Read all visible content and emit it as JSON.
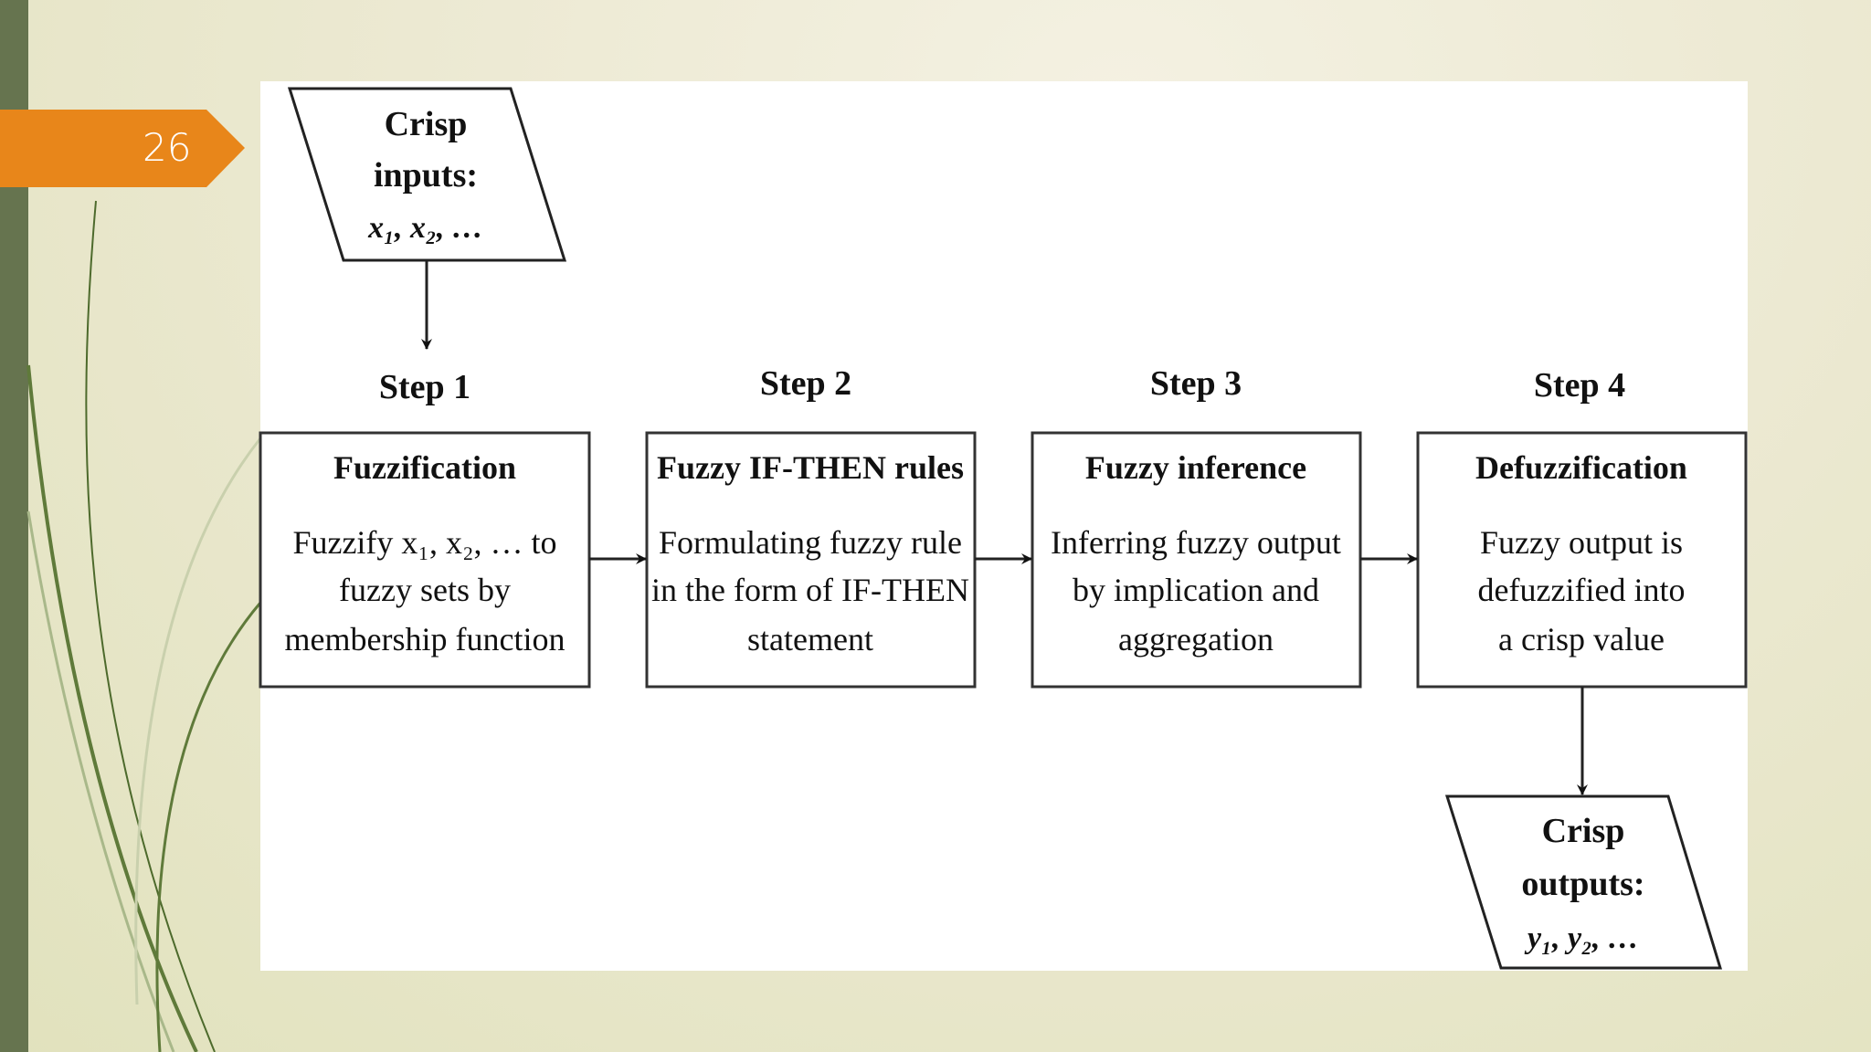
{
  "slide": {
    "number": "26"
  },
  "colors": {
    "accent_tab": "#e8861a",
    "left_bar": "#66744f",
    "decor_lines": "#5f7a3a"
  },
  "input": {
    "lines": [
      "Crisp",
      "inputs:",
      "x₁, x₂, …"
    ]
  },
  "output": {
    "lines": [
      "Crisp",
      "outputs:",
      "y₁, y₂, …"
    ]
  },
  "steps": [
    {
      "label": "Step 1",
      "title": "Fuzzification",
      "body": [
        "Fuzzify x₁, x₂, … to",
        "fuzzy sets by",
        "membership function"
      ]
    },
    {
      "label": "Step 2",
      "title": "Fuzzy IF-THEN rules",
      "body": [
        "Formulating fuzzy rule",
        "in the form of IF-THEN",
        "statement"
      ]
    },
    {
      "label": "Step 3",
      "title": "Fuzzy inference",
      "body": [
        "Inferring fuzzy output",
        "by implication  and",
        "aggregation"
      ]
    },
    {
      "label": "Step 4",
      "title": "Defuzzification",
      "body": [
        "Fuzzy output is",
        "defuzzified into",
        "a crisp value"
      ]
    }
  ]
}
